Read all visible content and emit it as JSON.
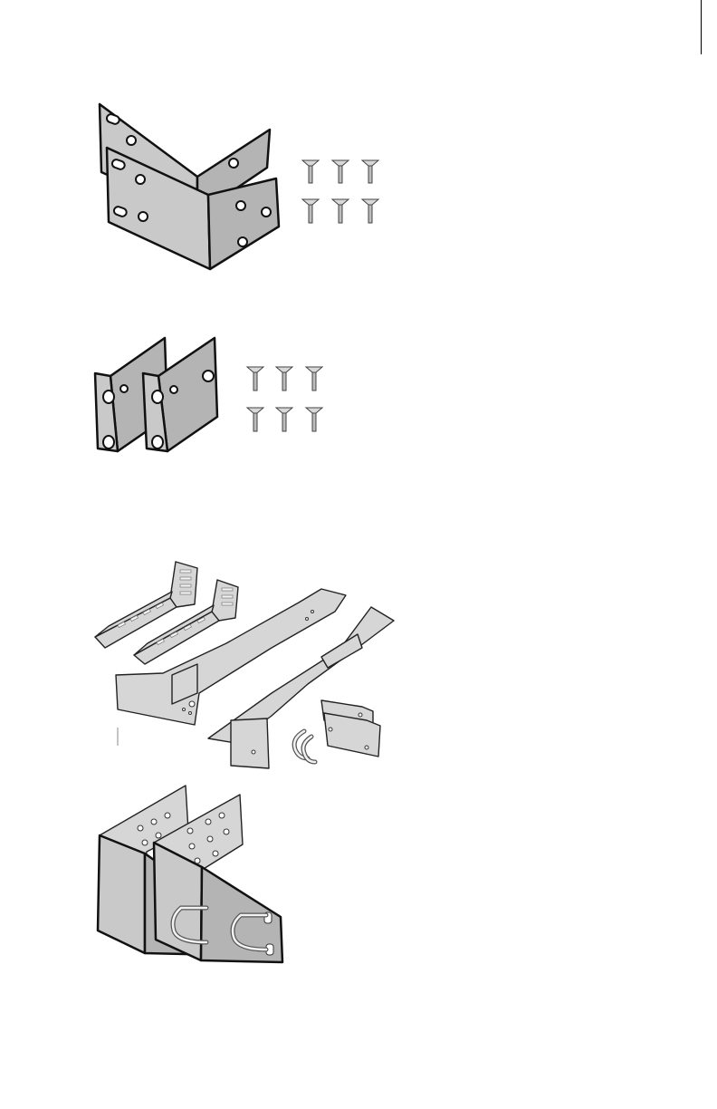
{
  "page": {
    "figures": [
      {
        "id": "kit-a",
        "parts": [
          "l-bracket-pair",
          "screws"
        ],
        "screw_count": 6
      },
      {
        "id": "kit-b",
        "parts": [
          "short-bracket-pair",
          "screws"
        ],
        "screw_count": 6
      },
      {
        "id": "kit-c",
        "parts": [
          "vented-brackets",
          "rail-plates",
          "small-plates",
          "hooks"
        ]
      },
      {
        "id": "kit-d",
        "parts": [
          "perforated-bracket-pair",
          "handles"
        ]
      }
    ]
  },
  "colors": {
    "metal": "#c9c9c9",
    "outline": "#111111",
    "background": "#ffffff"
  }
}
